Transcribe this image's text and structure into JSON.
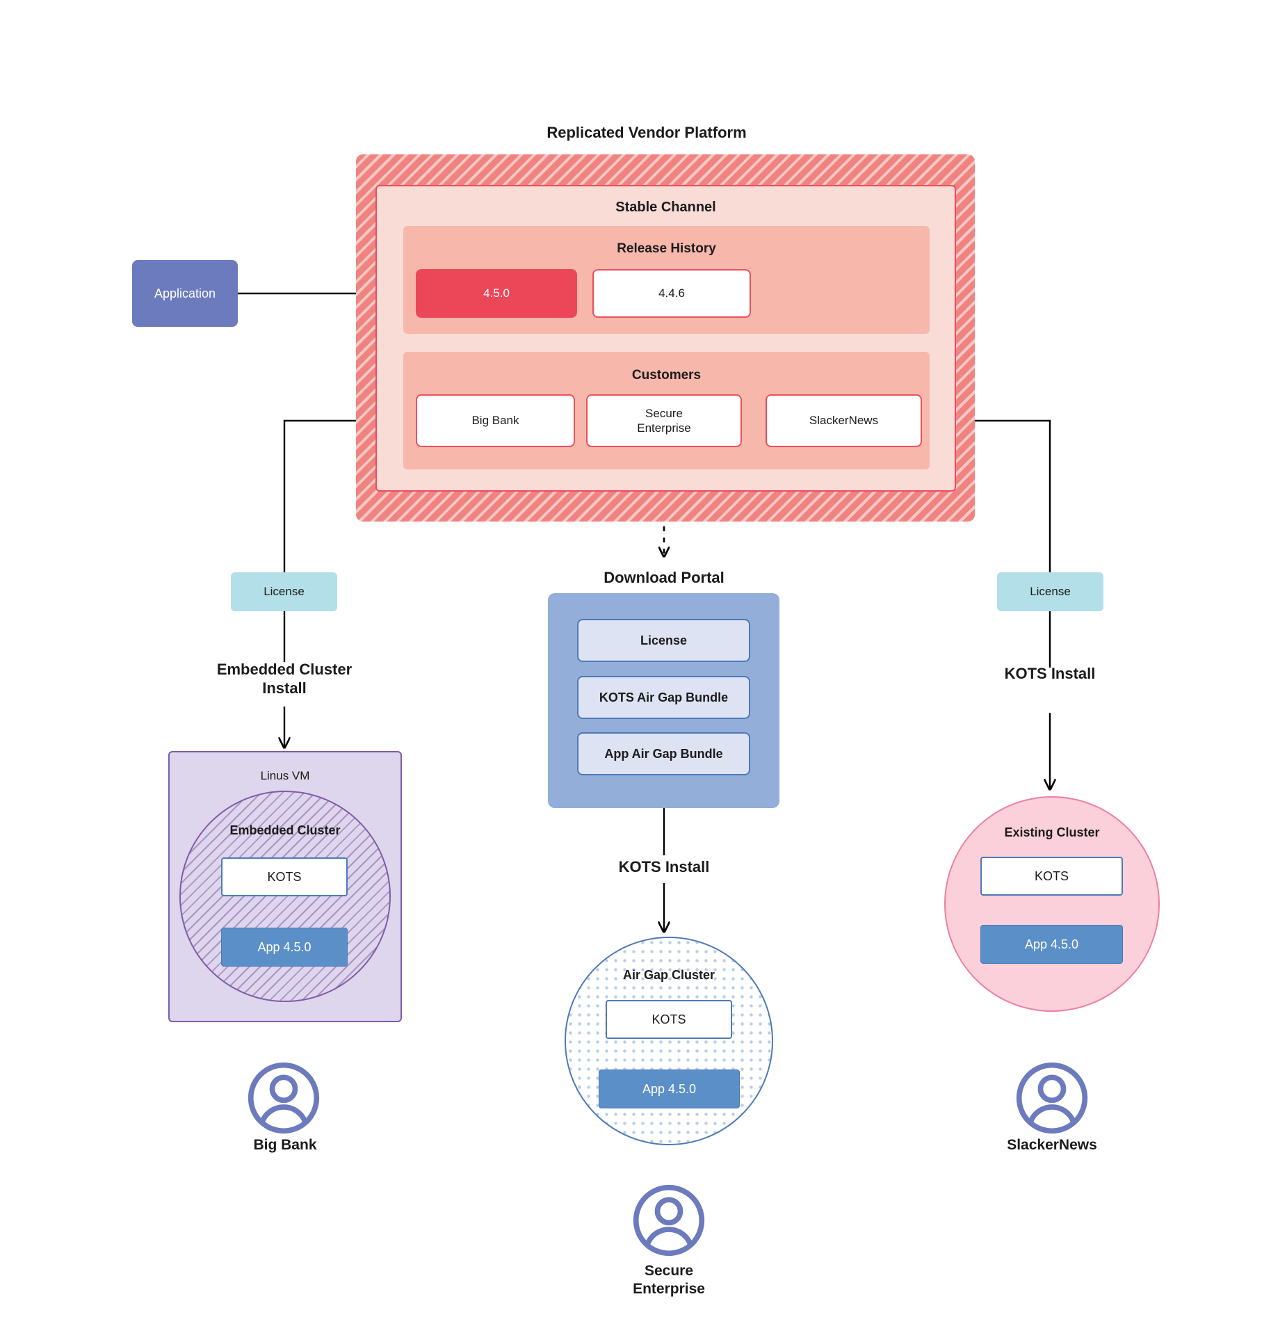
{
  "diagram": {
    "title": "Replicated Vendor Platform"
  },
  "application": {
    "label": "Application"
  },
  "platform": {
    "channel": {
      "title": "Stable Channel",
      "release_history": {
        "title": "Release History",
        "releases": [
          {
            "version": "4.5.0",
            "current": true
          },
          {
            "version": "4.4.6",
            "current": false
          }
        ]
      },
      "customers": {
        "title": "Customers",
        "items": [
          {
            "name": "Big Bank"
          },
          {
            "name": "Secure\nEnterprise"
          },
          {
            "name": "SlackerNews"
          }
        ]
      }
    }
  },
  "left_flow": {
    "license_label": "License",
    "install_label": "Embedded Cluster\nInstall",
    "vm_title": "Linus VM",
    "cluster_title": "Embedded Cluster",
    "kots_label": "KOTS",
    "app_label": "App 4.5.0",
    "persona": "Big Bank"
  },
  "center_flow": {
    "portal_title": "Download  Portal",
    "portal_items": [
      "License",
      "KOTS Air Gap Bundle",
      "App Air Gap Bundle"
    ],
    "install_label": "KOTS Install",
    "cluster_title": "Air Gap Cluster",
    "kots_label": "KOTS",
    "app_label": "App 4.5.0",
    "persona": "Secure\nEnterprise"
  },
  "right_flow": {
    "license_label": "License",
    "install_label": "KOTS Install",
    "cluster_title": "Existing Cluster",
    "kots_label": "KOTS",
    "app_label": "App 4.5.0",
    "persona": "SlackerNews"
  },
  "icons": {
    "user_avatar": "user-avatar-icon"
  },
  "colors": {
    "platform_red": "#f0837f",
    "channel_pink": "#fadcd7",
    "subsection_pink": "#f7b7ab",
    "release_current": "#ec4758",
    "application_purple": "#6b7bbd",
    "license_teal": "#b3e0e8",
    "portal_blue": "#93aed8",
    "portal_item_blue": "#dde3f3",
    "vm_purple": "#ded6ec",
    "existing_pink": "#fbd0da",
    "app_blue": "#5b8fc7",
    "avatar_purple": "#6b7bbd"
  }
}
